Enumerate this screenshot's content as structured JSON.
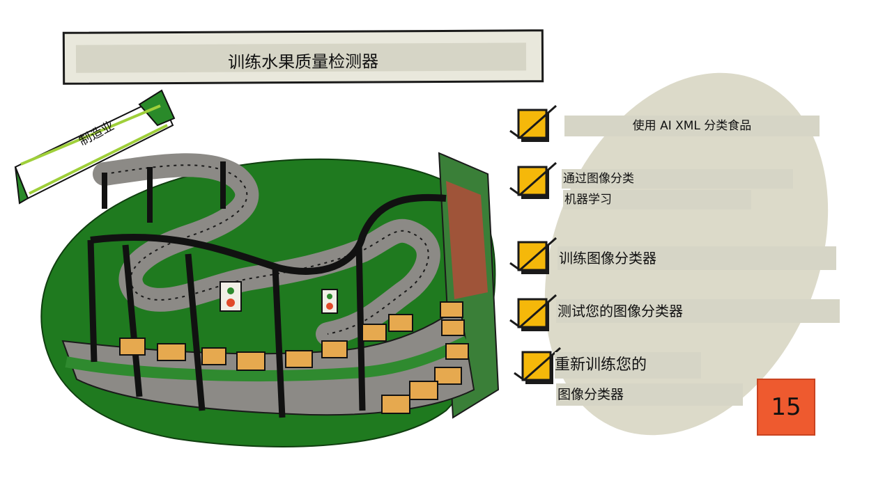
{
  "slide": {
    "title": "训练水果质量检测器",
    "banner": "制造业",
    "page_number": "15"
  },
  "checklist": {
    "item1": "使用 AI XML 分类食品",
    "item2_line1": "通过图像分类",
    "item2_line2": "机器学习",
    "item3": "训练图像分类器",
    "item4": "测试您的图像分类器",
    "item5_line1": "重新训练您的",
    "item5_line2": "图像分类器"
  },
  "icons": {
    "checkbox": "checked-box-icon",
    "illustration": "conveyor-belt-factory-illustration"
  },
  "colors": {
    "background": "#ffffff",
    "ellipse": "#dcdac9",
    "green": "#1f7a1f",
    "check_yellow": "#f5b80a",
    "badge": "#ee5a2f",
    "label_bg": "#d6d5c6"
  }
}
